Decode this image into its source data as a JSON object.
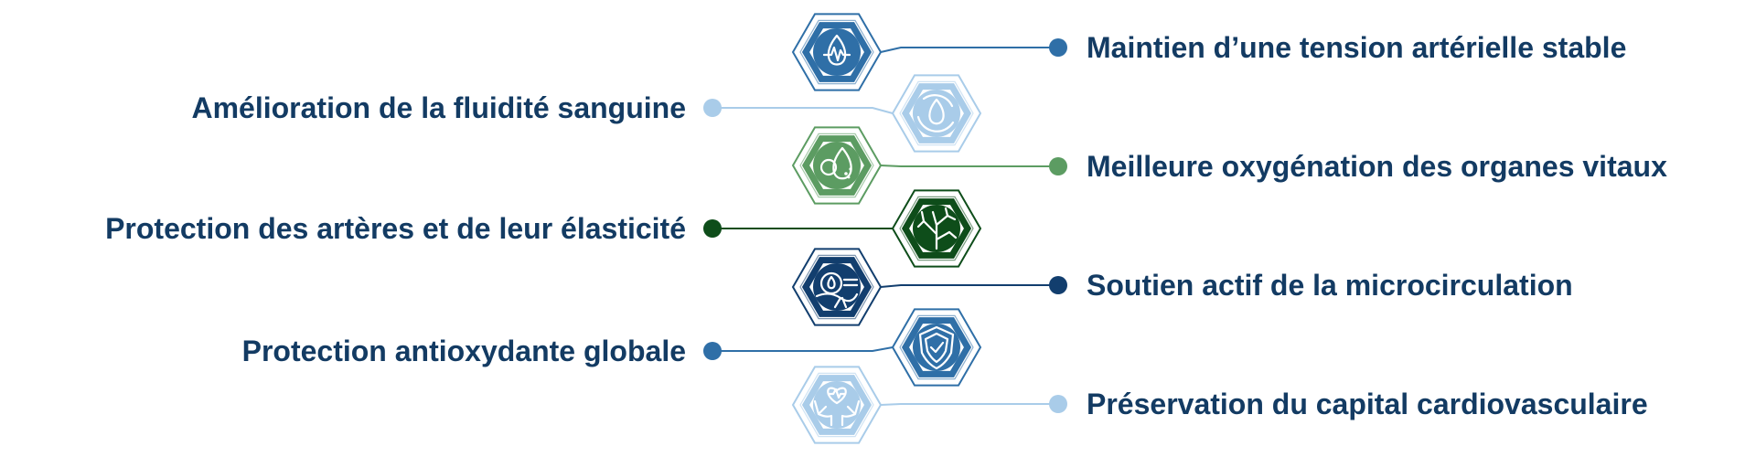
{
  "benefits": [
    {
      "label": "Maintien d’une tension artérielle stable",
      "side": "right",
      "color": "#2f6fa7",
      "icon": "blood-drop-pulse-icon"
    },
    {
      "label": "Amélioration de la fluidité sanguine",
      "side": "left",
      "color": "#a9cce9",
      "icon": "fluid-drop-cycle-icon"
    },
    {
      "label": "Meilleure oxygénation des organes vitaux",
      "side": "right",
      "color": "#5c9c62",
      "icon": "oxygen-drop-icon"
    },
    {
      "label": "Protection des artères et de leur élasticité",
      "side": "left",
      "color": "#0e4d1a",
      "icon": "artery-branches-icon"
    },
    {
      "label": "Soutien actif de la microcirculation",
      "side": "right",
      "color": "#123e6e",
      "icon": "microcirculation-icon"
    },
    {
      "label": "Protection antioxydante globale",
      "side": "left",
      "color": "#2f6fa7",
      "icon": "shield-check-icon"
    },
    {
      "label": "Préservation du capital cardiovasculaire",
      "side": "right",
      "color": "#a9cce9",
      "icon": "hands-heart-icon"
    }
  ],
  "text_color": "#133b63"
}
